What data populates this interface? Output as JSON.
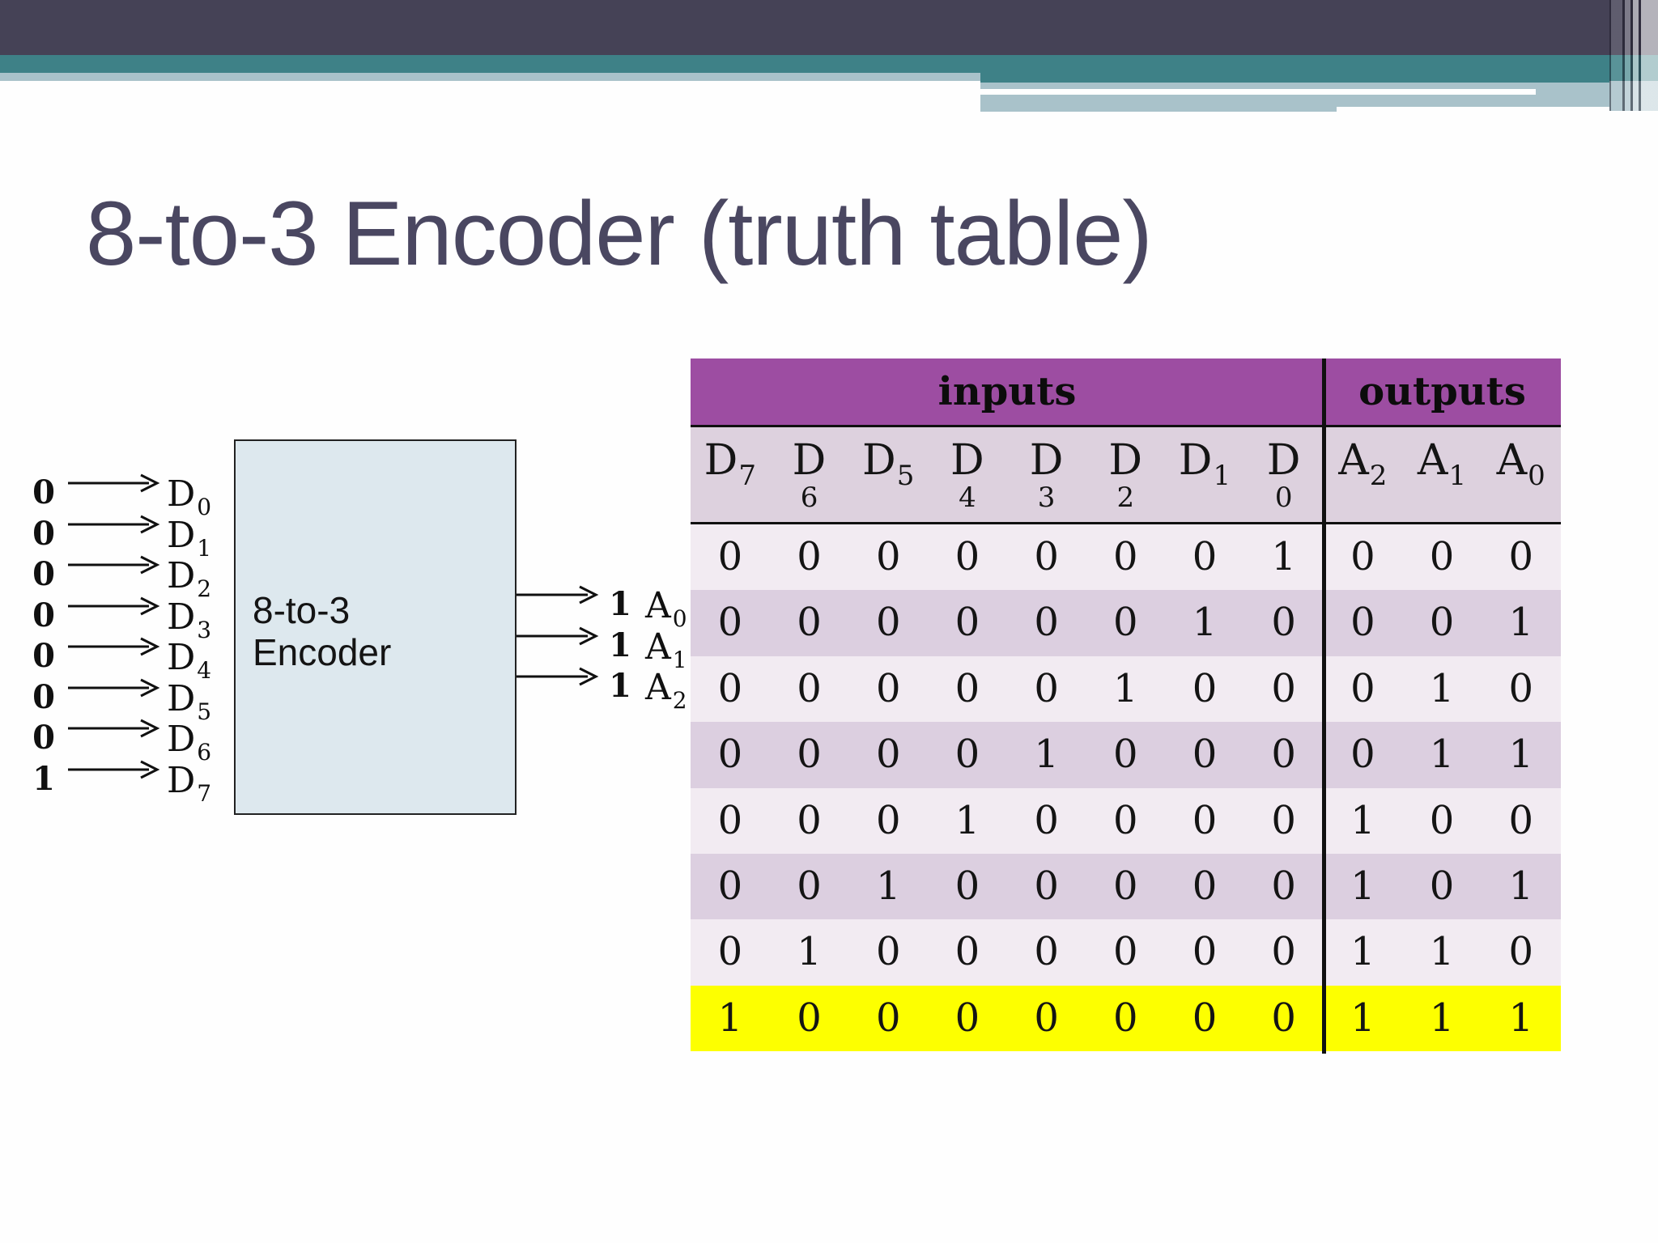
{
  "title": "8-to-3 Encoder (truth table)",
  "diagram": {
    "box_label": [
      "8-to-3",
      "Encoder"
    ],
    "inputs": [
      {
        "value": "0",
        "name": "D",
        "sub": "0"
      },
      {
        "value": "0",
        "name": "D",
        "sub": "1"
      },
      {
        "value": "0",
        "name": "D",
        "sub": "2"
      },
      {
        "value": "0",
        "name": "D",
        "sub": "3"
      },
      {
        "value": "0",
        "name": "D",
        "sub": "4"
      },
      {
        "value": "0",
        "name": "D",
        "sub": "5"
      },
      {
        "value": "0",
        "name": "D",
        "sub": "6"
      },
      {
        "value": "1",
        "name": "D",
        "sub": "7"
      }
    ],
    "outputs": [
      {
        "value": "1",
        "name": "A",
        "sub": "0"
      },
      {
        "value": "1",
        "name": "A",
        "sub": "1"
      },
      {
        "value": "1",
        "name": "A",
        "sub": "2"
      }
    ]
  },
  "table": {
    "section_headers": {
      "inputs": "inputs",
      "outputs": "outputs"
    },
    "input_columns": [
      {
        "name": "D",
        "sub": "7",
        "wrapped": false
      },
      {
        "name": "D",
        "sub": "6",
        "wrapped": true
      },
      {
        "name": "D",
        "sub": "5",
        "wrapped": false
      },
      {
        "name": "D",
        "sub": "4",
        "wrapped": true
      },
      {
        "name": "D",
        "sub": "3",
        "wrapped": true
      },
      {
        "name": "D",
        "sub": "2",
        "wrapped": true
      },
      {
        "name": "D",
        "sub": "1",
        "wrapped": false
      },
      {
        "name": "D",
        "sub": "0",
        "wrapped": true
      }
    ],
    "output_columns": [
      {
        "name": "A",
        "sub": "2"
      },
      {
        "name": "A",
        "sub": "1"
      },
      {
        "name": "A",
        "sub": "0"
      }
    ],
    "rows": [
      {
        "inputs": [
          "0",
          "0",
          "0",
          "0",
          "0",
          "0",
          "0",
          "1"
        ],
        "outputs": [
          "0",
          "0",
          "0"
        ],
        "highlighted": false
      },
      {
        "inputs": [
          "0",
          "0",
          "0",
          "0",
          "0",
          "0",
          "1",
          "0"
        ],
        "outputs": [
          "0",
          "0",
          "1"
        ],
        "highlighted": false
      },
      {
        "inputs": [
          "0",
          "0",
          "0",
          "0",
          "0",
          "1",
          "0",
          "0"
        ],
        "outputs": [
          "0",
          "1",
          "0"
        ],
        "highlighted": false
      },
      {
        "inputs": [
          "0",
          "0",
          "0",
          "0",
          "1",
          "0",
          "0",
          "0"
        ],
        "outputs": [
          "0",
          "1",
          "1"
        ],
        "highlighted": false
      },
      {
        "inputs": [
          "0",
          "0",
          "0",
          "1",
          "0",
          "0",
          "0",
          "0"
        ],
        "outputs": [
          "1",
          "0",
          "0"
        ],
        "highlighted": false
      },
      {
        "inputs": [
          "0",
          "0",
          "1",
          "0",
          "0",
          "0",
          "0",
          "0"
        ],
        "outputs": [
          "1",
          "0",
          "1"
        ],
        "highlighted": false
      },
      {
        "inputs": [
          "0",
          "1",
          "0",
          "0",
          "0",
          "0",
          "0",
          "0"
        ],
        "outputs": [
          "1",
          "1",
          "0"
        ],
        "highlighted": false
      },
      {
        "inputs": [
          "1",
          "0",
          "0",
          "0",
          "0",
          "0",
          "0",
          "0"
        ],
        "outputs": [
          "1",
          "1",
          "1"
        ],
        "highlighted": true
      }
    ]
  },
  "colors": {
    "top_bar": "#454256",
    "teal_bar": "#3e8187",
    "light_bar": "#a9c2ca",
    "title_text": "#4a4761",
    "header_purple": "#9d4da2",
    "subheader_bg": "#ddd1de",
    "row_light": "#f2ebf2",
    "row_dark": "#dccfe0",
    "highlight_yellow": "#fdff00",
    "encoder_box_fill": "#dde8ee"
  }
}
